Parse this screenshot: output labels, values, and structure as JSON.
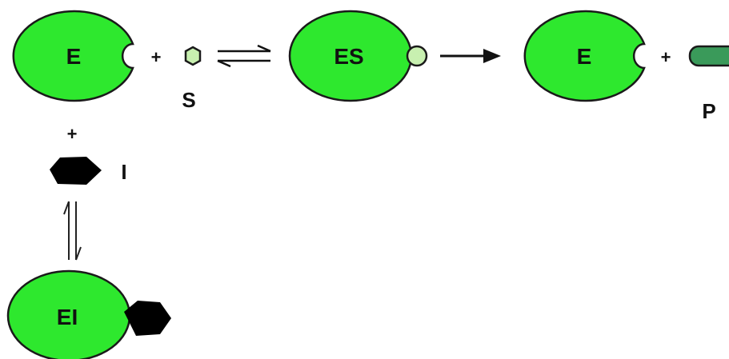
{
  "diagram": {
    "free_enzyme_label": "E",
    "plus_1": "+",
    "substrate_label": "S",
    "complex_label": "ES",
    "product_enzyme_label": "E",
    "plus_2": "+",
    "product_label": "P",
    "plus_3": "+",
    "inhibitor_label": "I",
    "inhibited_complex_label": "EI"
  },
  "colors": {
    "enzyme_fill": "#2ee82e",
    "substrate_fill": "#c8f0b0",
    "product_fill": "#3a9a5a",
    "inhibitor_fill": "#000000",
    "outline": "#1a1a1a"
  },
  "icons": {
    "enzyme": "green-ellipse-with-pocket",
    "substrate": "small-hexagon",
    "product": "rounded-rectangle",
    "inhibitor": "black-blob",
    "forward_arrow": "long-right-arrow",
    "equilibrium_horizontal": "double-half-arrows",
    "equilibrium_vertical": "double-half-arrows-vertical"
  }
}
